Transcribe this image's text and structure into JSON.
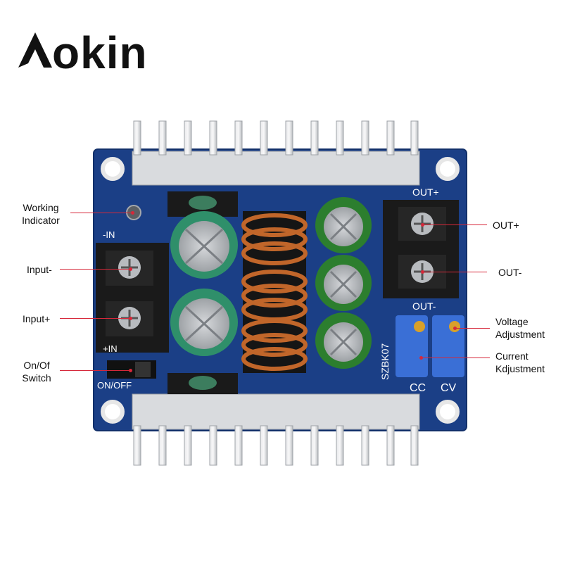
{
  "brand": {
    "name": "Aokin",
    "logo_letters": "okin"
  },
  "board": {
    "model_text": "SZBK07",
    "silk": {
      "out_plus": "OUT+",
      "out_minus": "OUT-",
      "in_minus": "-IN",
      "in_plus": "+IN",
      "on_off": "ON/OFF",
      "cc": "CC",
      "cv": "CV"
    }
  },
  "labels": {
    "working_indicator": [
      "Working",
      "Indicator"
    ],
    "input_minus": "Input-",
    "input_plus": "Input+",
    "switch": [
      "On/Of",
      "Switch"
    ],
    "out_plus": "OUT+",
    "out_minus": "OUT-",
    "voltage_adjustment": [
      "Voltage",
      "Adjustment"
    ],
    "current_adjustment": [
      "Current",
      "Kdjustment"
    ]
  },
  "colors": {
    "pcb": "#1b3f86",
    "heatsink": "#c9ccd0",
    "copper": "#c1662a",
    "callout": "#d6283a",
    "cap_green": "#2f8f6a",
    "cap_yellow_green": "#2c7e2e",
    "trimpot": "#3a6fd6"
  }
}
